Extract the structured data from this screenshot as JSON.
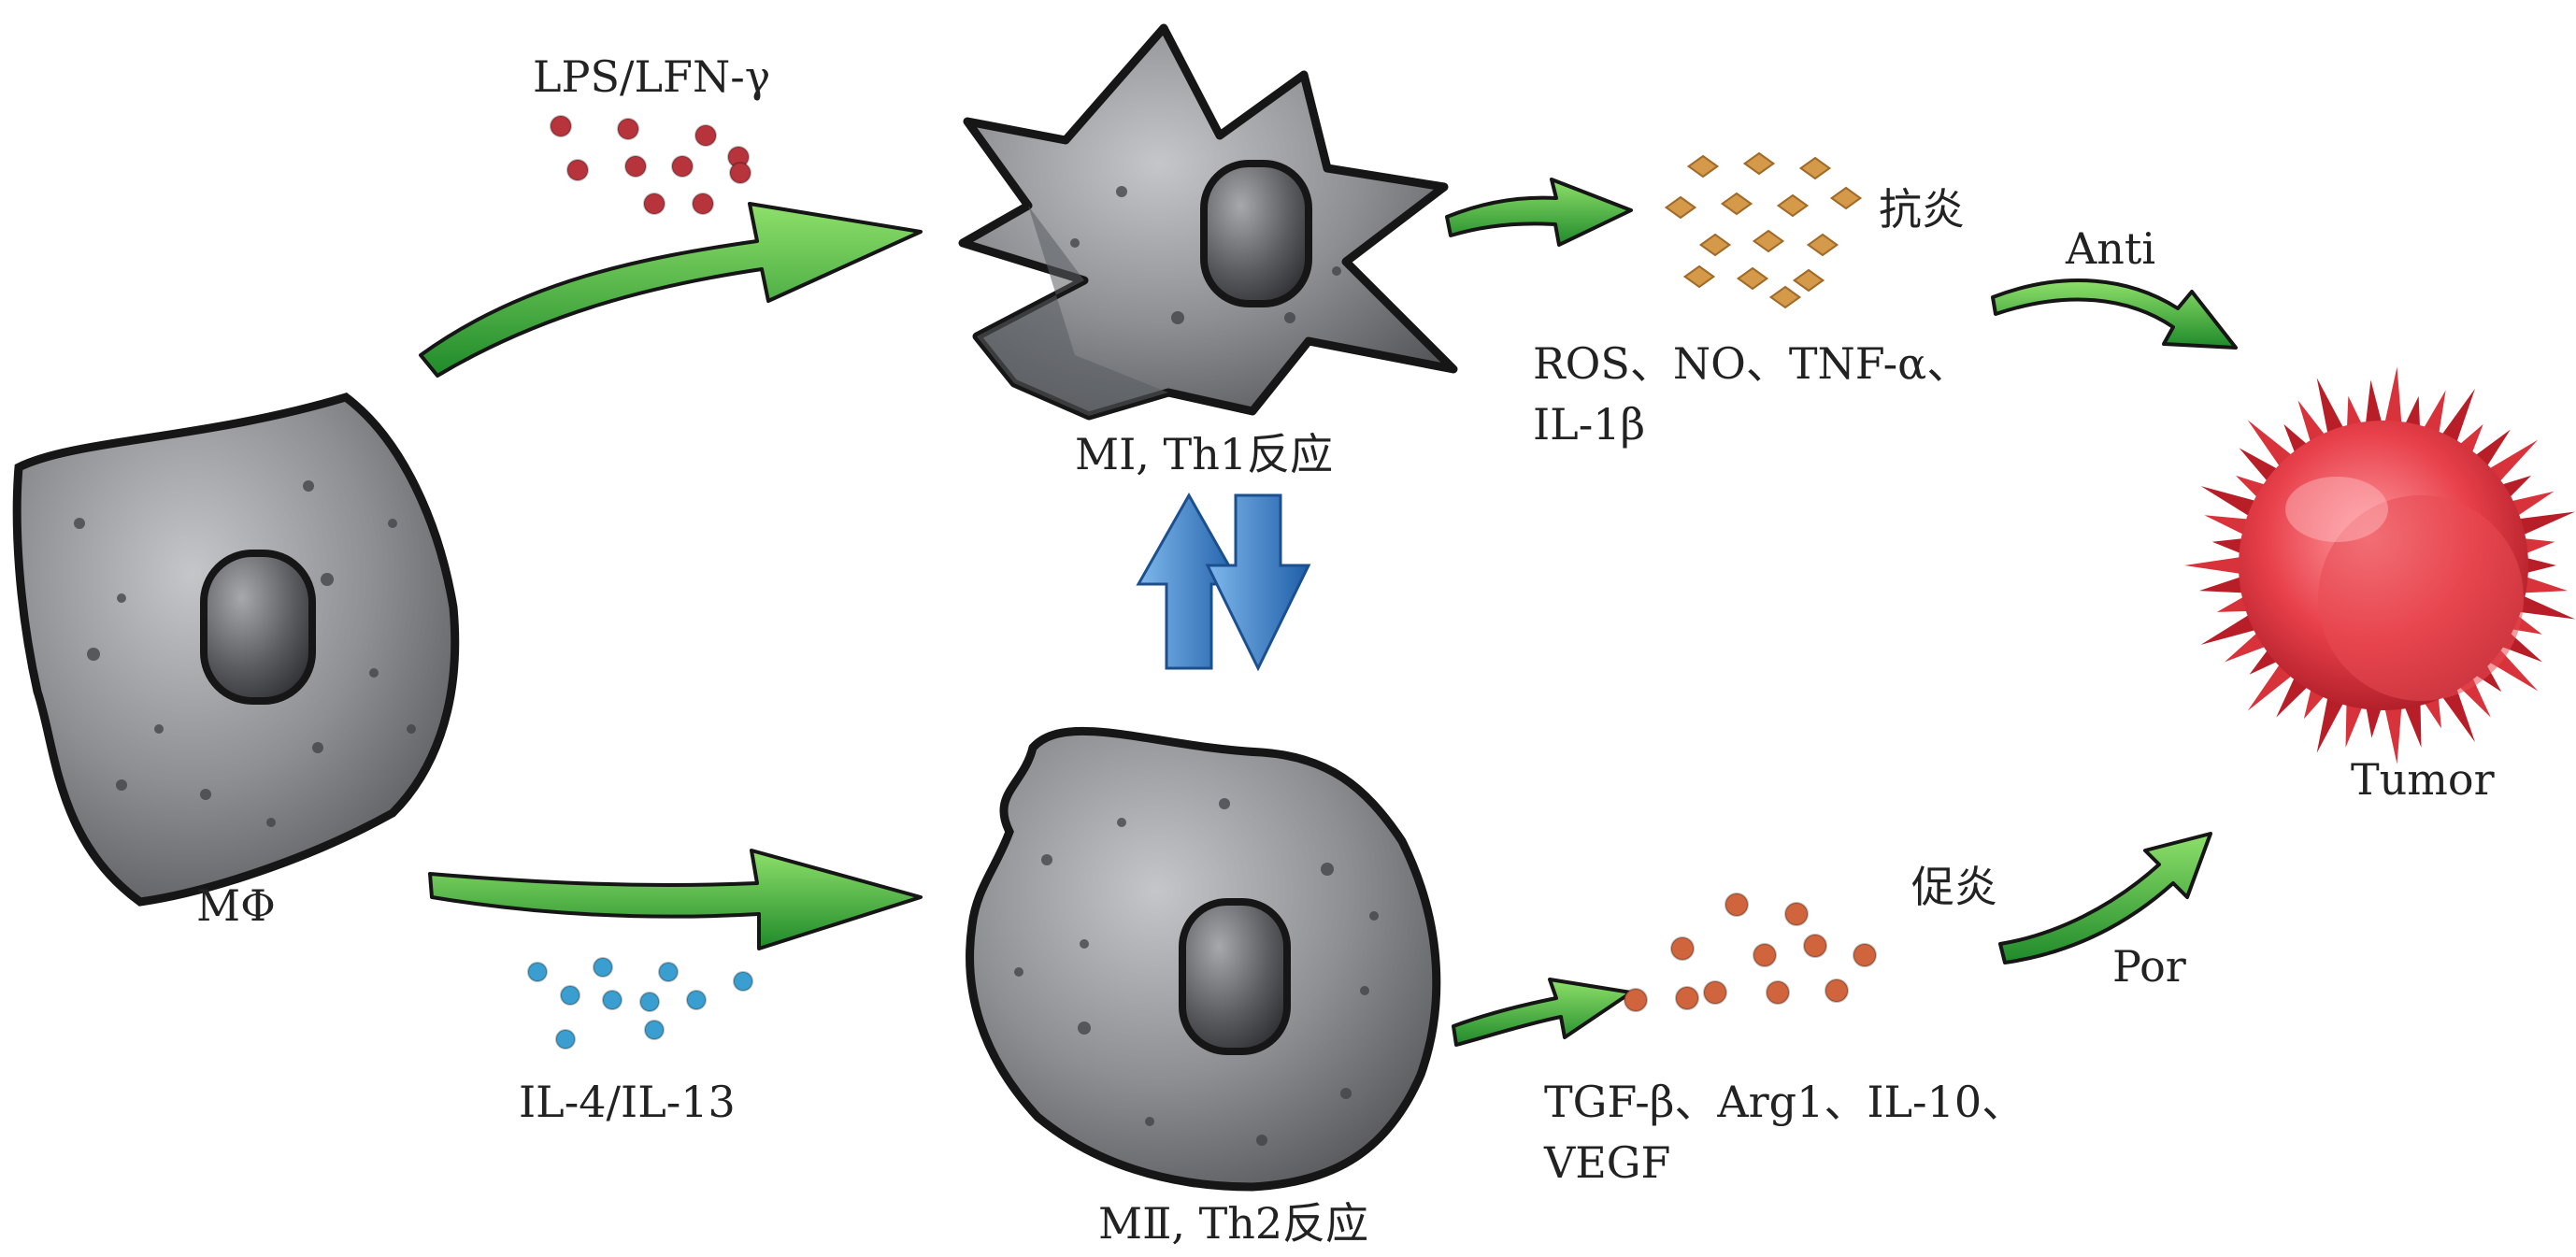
{
  "labels": {
    "m1_stimulus": "LPS/LFN-γ",
    "m2_stimulus": "IL-4/IL-13",
    "m0_cell": "MΦ",
    "m1_cell": "MⅠ, Th1反应",
    "m2_cell": "MⅡ, Th2反应",
    "m1_effect": "抗炎",
    "m2_effect": "促炎",
    "m1_factors_line1": "ROS、NO、TNF-α、",
    "m1_factors_line2": "IL-1β",
    "m2_factors_line1": "TGF-β、Arg1、IL-10、",
    "m2_factors_line2": "VEGF",
    "anti": "Anti",
    "por": "Por",
    "tumor": "Tumor"
  },
  "colors": {
    "cell_fill": "#8c8e92",
    "cell_outline": "#161616",
    "nucleus": "#4a4c50",
    "arrow_green": "#3cb83c",
    "arrow_blue": "#3a7fc8",
    "m1_dots": "#b8343c",
    "m2_dots": "#3a9fd0",
    "m1_factor_particles": "#d49a4a",
    "m2_factor_particles": "#d0643c",
    "tumor_red": "#e23a40"
  },
  "icons": {
    "m0": "macrophage-cell-icon",
    "m1": "m1-spiky-cell-icon",
    "m2": "m2-rounded-cell-icon",
    "tumor": "tumor-cell-icon",
    "polarization": "bidirectional-arrow-icon"
  }
}
